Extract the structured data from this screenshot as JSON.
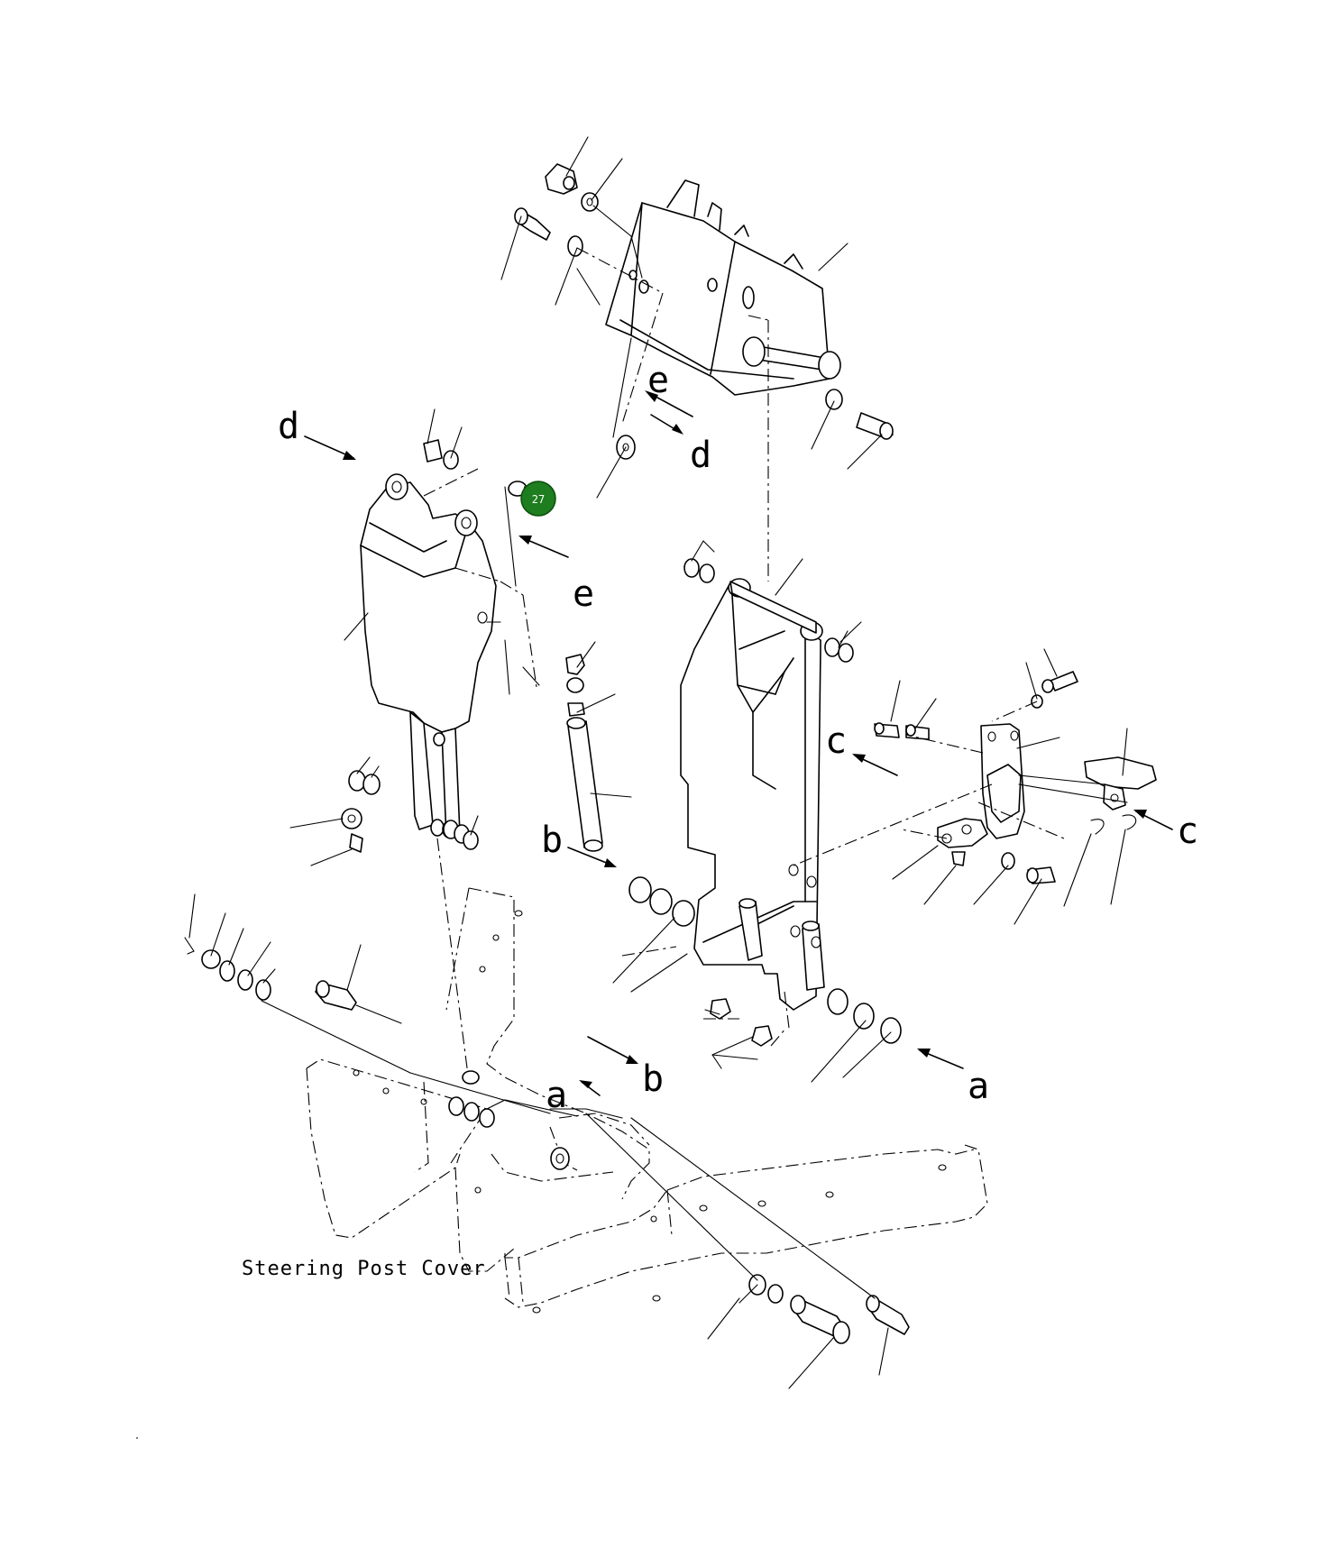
{
  "diagram": {
    "caption": "Steering Post Cover",
    "view_refs": [
      "a",
      "b",
      "c",
      "d",
      "e"
    ],
    "callouts": [
      {
        "number": "27",
        "color": "#1e7d1e"
      }
    ]
  }
}
